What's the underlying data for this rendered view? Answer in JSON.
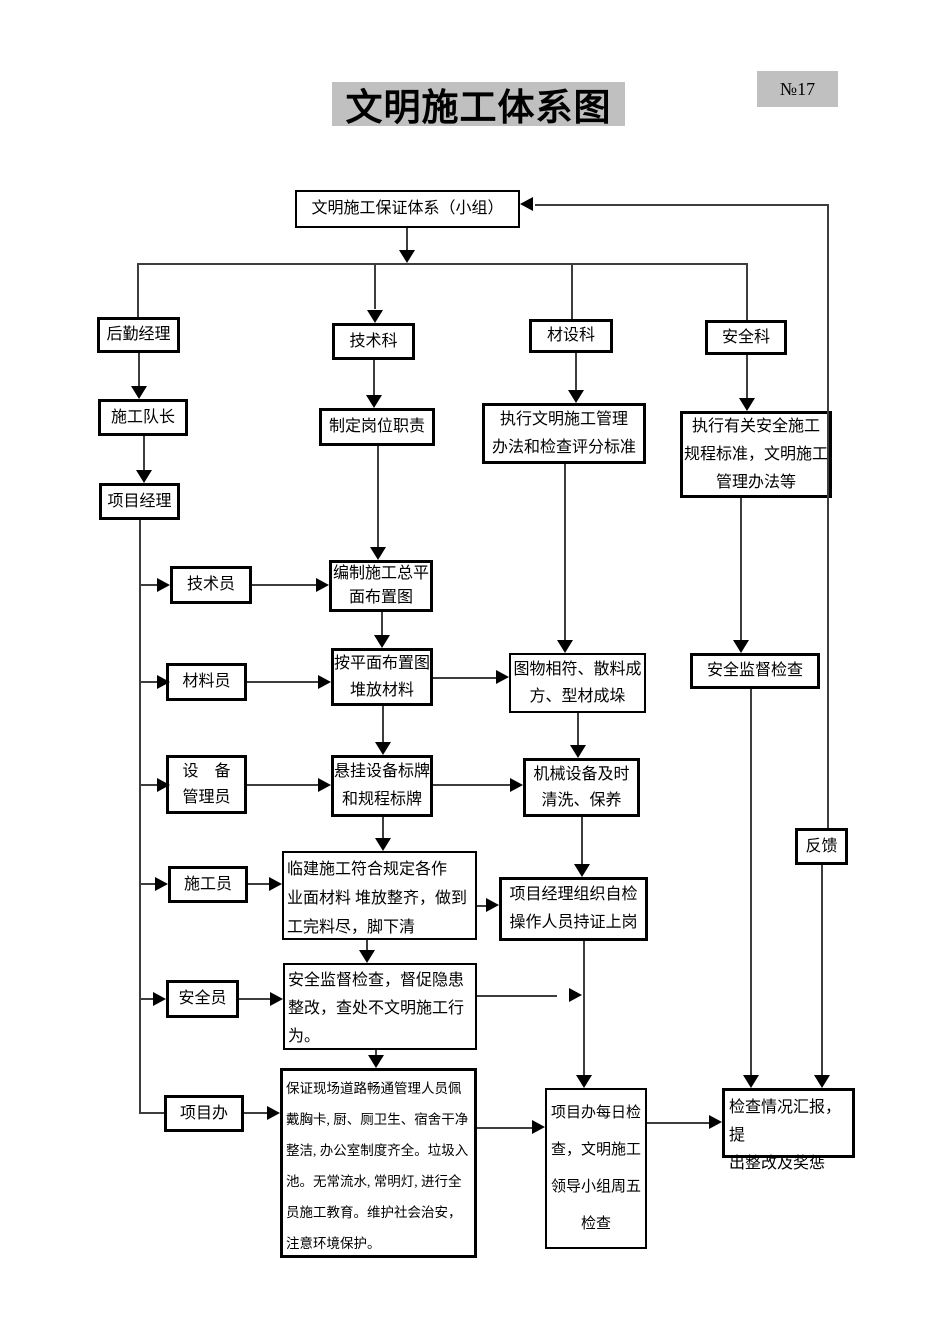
{
  "header": {
    "title": "文明施工体系图",
    "badge": "№17",
    "title_bg": "#c0c0c0",
    "line_color": "#3d3d3d"
  },
  "nodes": {
    "top": {
      "label": "文明施工保证体系（小组）"
    },
    "houqin": {
      "label": "后勤经理"
    },
    "jishuke": {
      "label": "技术科"
    },
    "caisheke": {
      "label": "材设科"
    },
    "anquanke": {
      "label": "安全科"
    },
    "shigongduizhang": {
      "label": "施工队长"
    },
    "zhiding": {
      "label": "制定岗位职责"
    },
    "zhixing_wenming": {
      "label": "执行文明施工管理\n办法和检查评分标准"
    },
    "zhixing_anquan": {
      "label": "执行有关安全施工\n规程标准，文明施工\n管理办法等"
    },
    "xiangmu_jingli": {
      "label": "项目经理"
    },
    "jishuyuan": {
      "label": "技术员"
    },
    "bianzhi": {
      "label": "编制施工总平\n面布置图"
    },
    "cailiaoyuan": {
      "label": "材料员"
    },
    "anping": {
      "label": "按平面布置图\n堆放材料"
    },
    "tuwu": {
      "label": "图物相符、散料成\n方、型材成垛"
    },
    "anquan_jiandu": {
      "label": "安全监督检查"
    },
    "shebei": {
      "label": "设　备\n管理员"
    },
    "xuangua": {
      "label": "悬挂设备标牌\n和规程标牌"
    },
    "jixie": {
      "label": "机械设备及时\n清洗、保养"
    },
    "fankui": {
      "label": "反馈"
    },
    "shigongyuan": {
      "label": "施工员"
    },
    "linjian": {
      "label": "临建施工符合规定各作\n业面材料 堆放整齐，做到\n工完料尽，脚下清"
    },
    "zuzhi_zijian": {
      "label": "项目经理组织自检\n操作人员持证上岗"
    },
    "anquanyuan": {
      "label": "安全员"
    },
    "jiandu_ducu": {
      "label": "安全监督检查，督促隐患\n整改，查处不文明施工行\n为。"
    },
    "xiangmuban": {
      "label": "项目办"
    },
    "baozheng": {
      "label": "保证现场道路畅通管理人员佩戴胸卡, 厨、厕卫生、宿舍干净整洁, 办公室制度齐全。垃圾入 池。无常流水, 常明灯, 进行全员施工教育。维护社会治安，注意环境保护。"
    },
    "meiri": {
      "label": "项目办每日检\n查，文明施工\n领导小组周五\n检查"
    },
    "huibao": {
      "label": "检查情况汇报，提\n出整改及奖惩"
    }
  }
}
